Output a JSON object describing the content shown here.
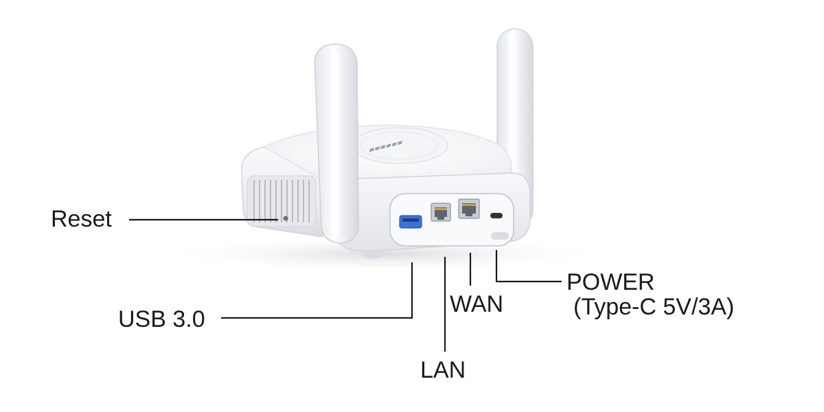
{
  "labels": {
    "reset": "Reset",
    "usb": "USB 3.0",
    "lan": "LAN",
    "wan": "WAN",
    "power": "POWER",
    "power_sub": "(Type-C 5V/3A)"
  },
  "colors": {
    "device_body": "#f2f3f5",
    "port_accent": "#3b73d9",
    "leader_line": "#1a1a1a"
  }
}
